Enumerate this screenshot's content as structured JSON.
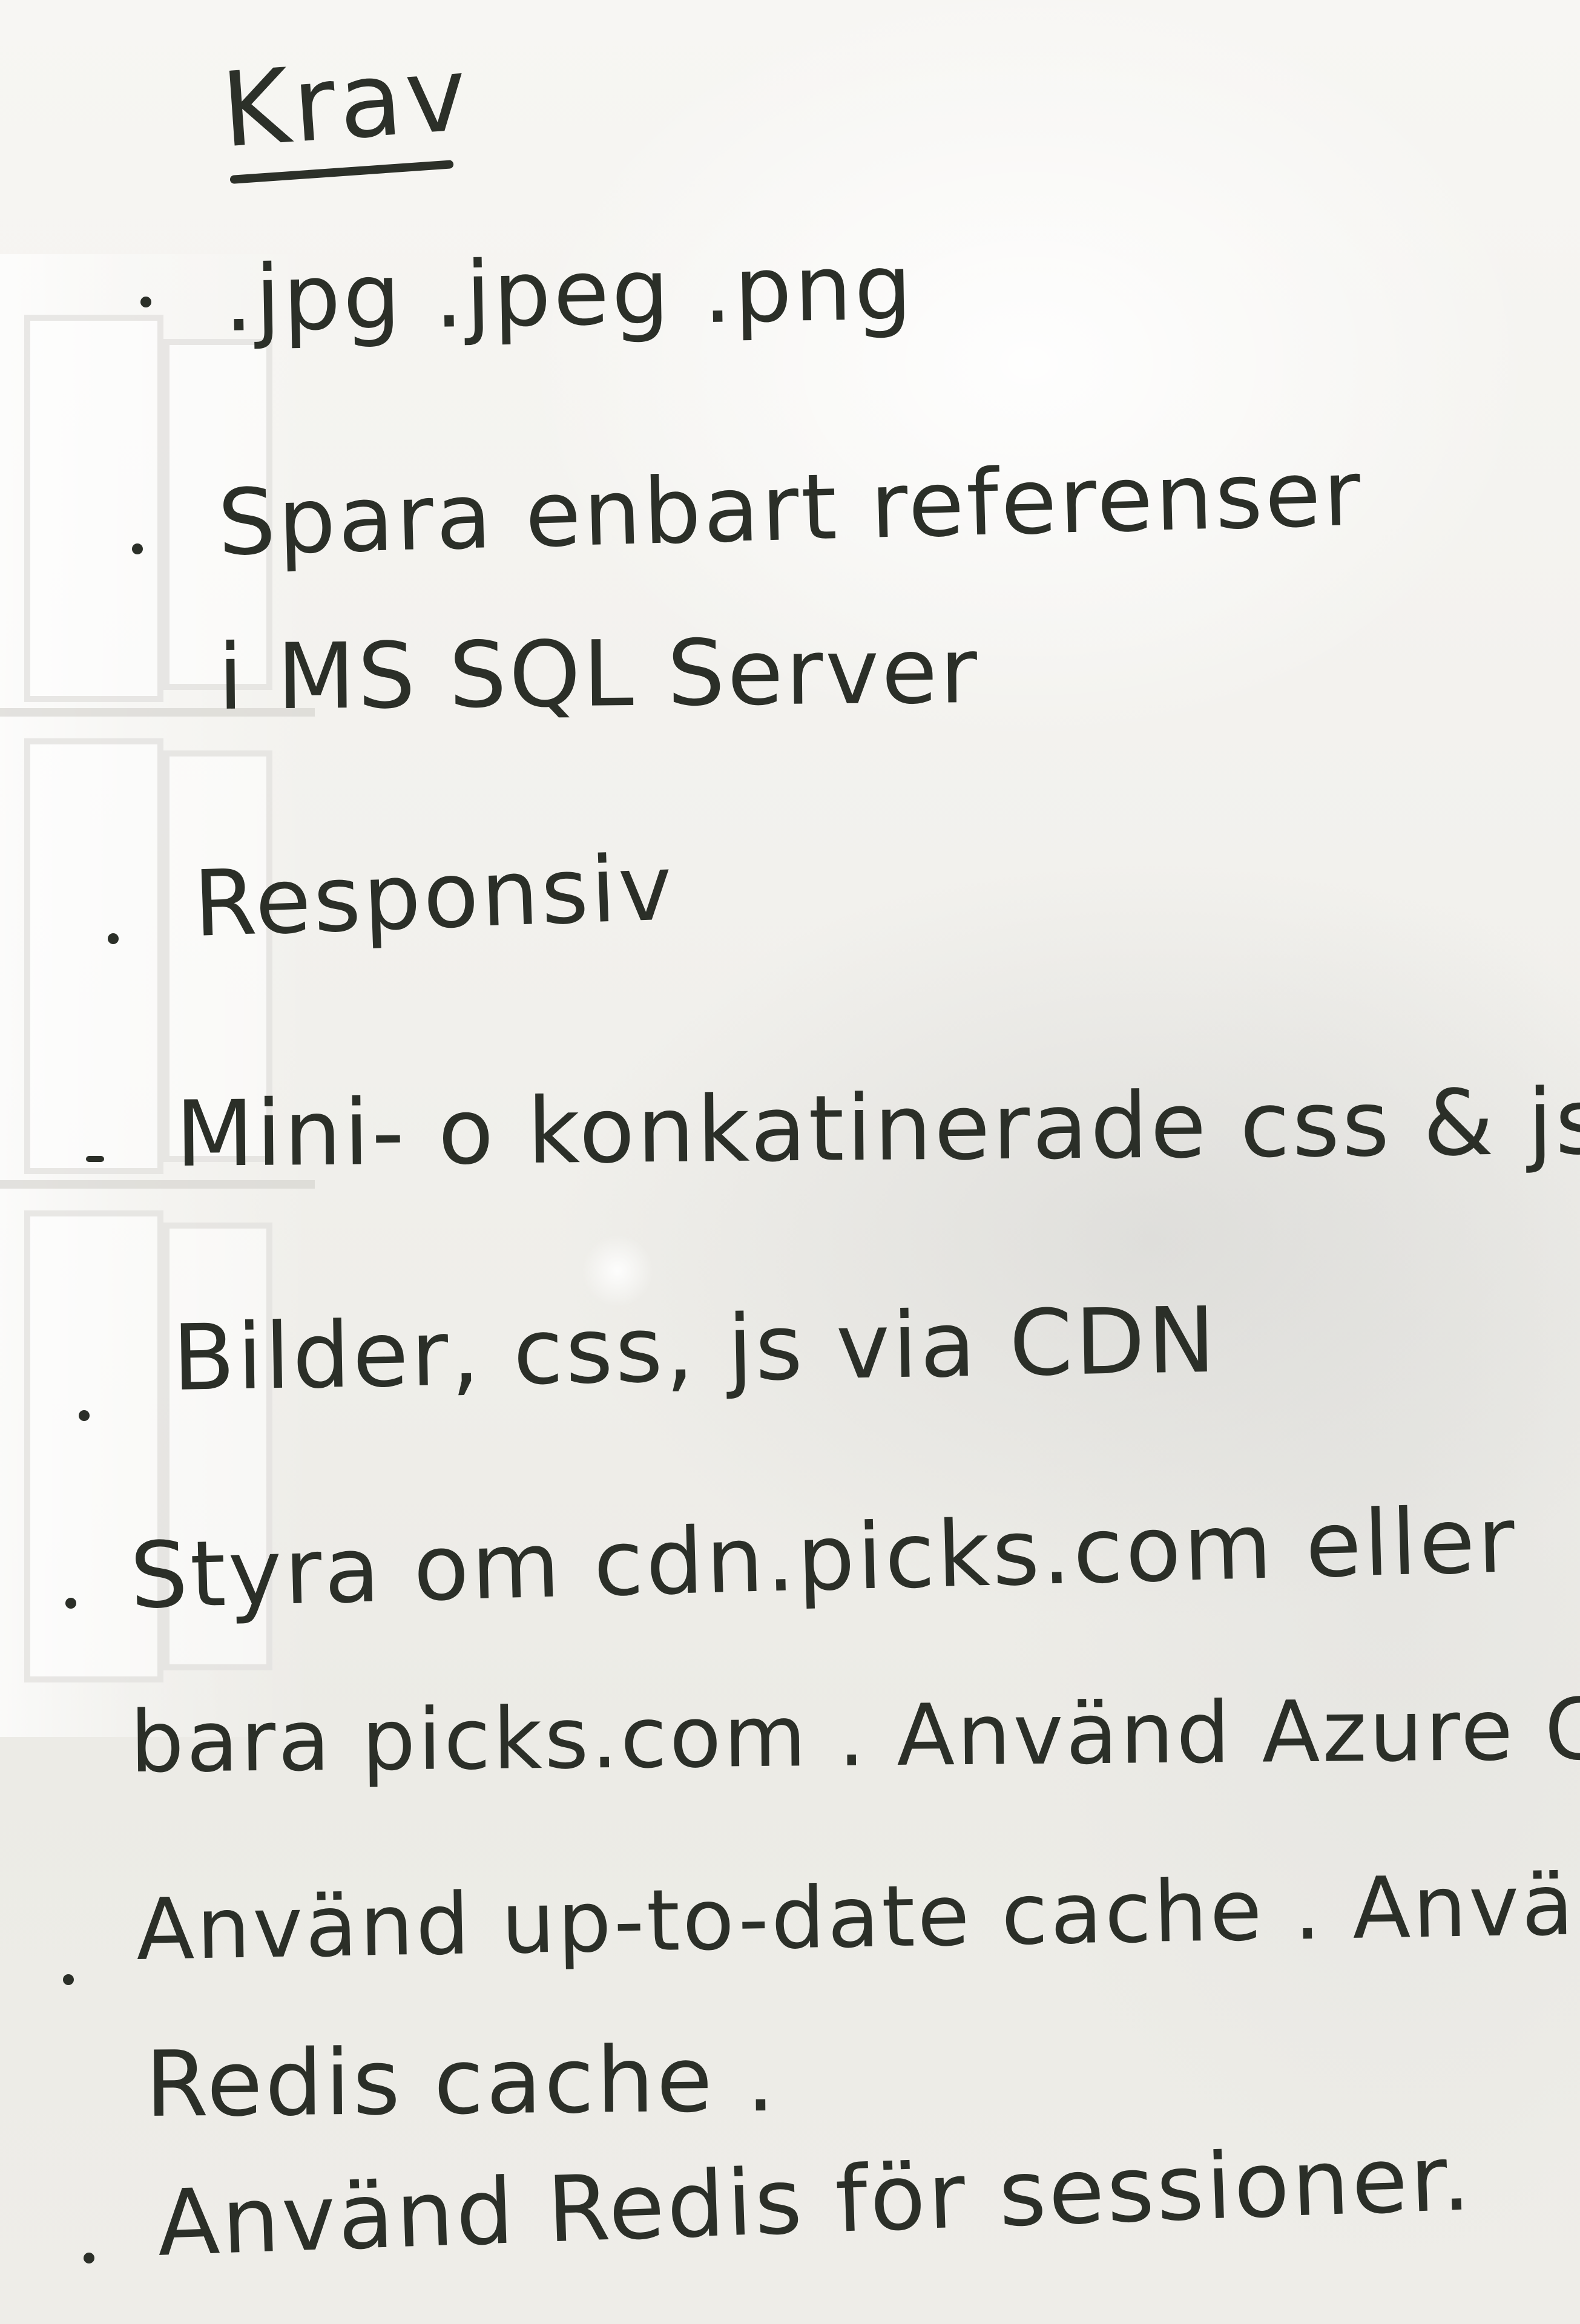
{
  "heading": "Krav",
  "items": [
    {
      "lines": [
        ".jpg   .jpeg   .png"
      ]
    },
    {
      "lines": [
        "Spara enbart referenser",
        "i MS SQL Server"
      ]
    },
    {
      "lines": [
        "Responsiv"
      ]
    },
    {
      "lines": [
        "Mini- o konkatinerade  css & js"
      ]
    },
    {
      "lines": [
        "Bilder, css, js   via  CDN"
      ]
    },
    {
      "lines": [
        "Styra om  cdn.picks.com  eller",
        "bara  picks.com .  Använd  Azure CDN."
      ]
    },
    {
      "lines": [
        "Använd  up-to-date  cache . Använd",
        "Redis  cache ."
      ]
    },
    {
      "lines": [
        "Använd  Redis  för  sessioner."
      ]
    }
  ]
}
